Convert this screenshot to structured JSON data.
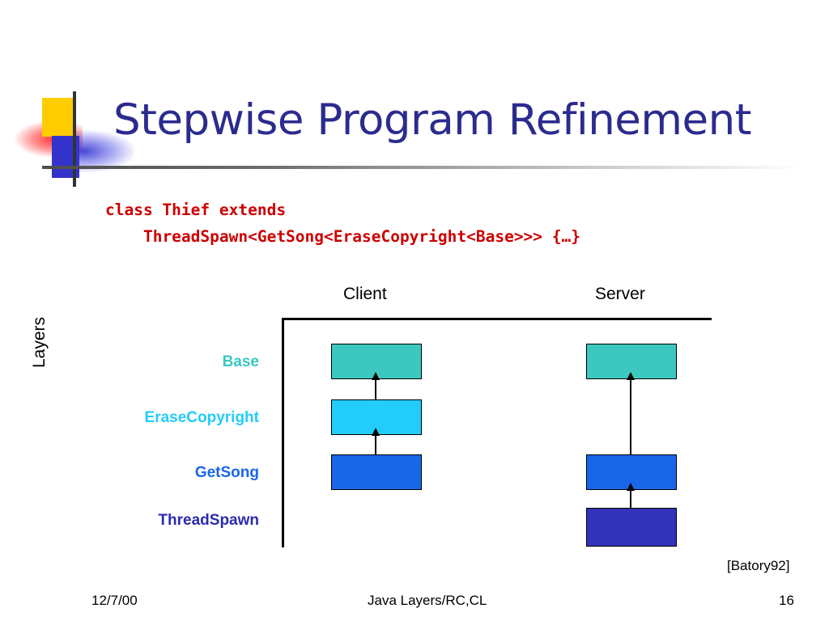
{
  "slide": {
    "title": "Stepwise Program Refinement",
    "code_line_1": "class Thief extends",
    "code_line_2": "    ThreadSpawn<GetSong<EraseCopyright<Base>>> {…}",
    "citation": "[Batory92]"
  },
  "diagram": {
    "columns": [
      {
        "label": "Client"
      },
      {
        "label": "Server"
      }
    ],
    "axis_label": "Layers",
    "layers": [
      {
        "label": "Base",
        "color": "#3cc8c0"
      },
      {
        "label": "EraseCopyright",
        "color": "#22cdfa"
      },
      {
        "label": "GetSong",
        "color": "#1a66e8"
      },
      {
        "label": "ThreadSpawn",
        "color": "#3333bb"
      }
    ]
  },
  "footer": {
    "date": "12/7/00",
    "center": "Java Layers/RC,CL",
    "page": "16"
  }
}
